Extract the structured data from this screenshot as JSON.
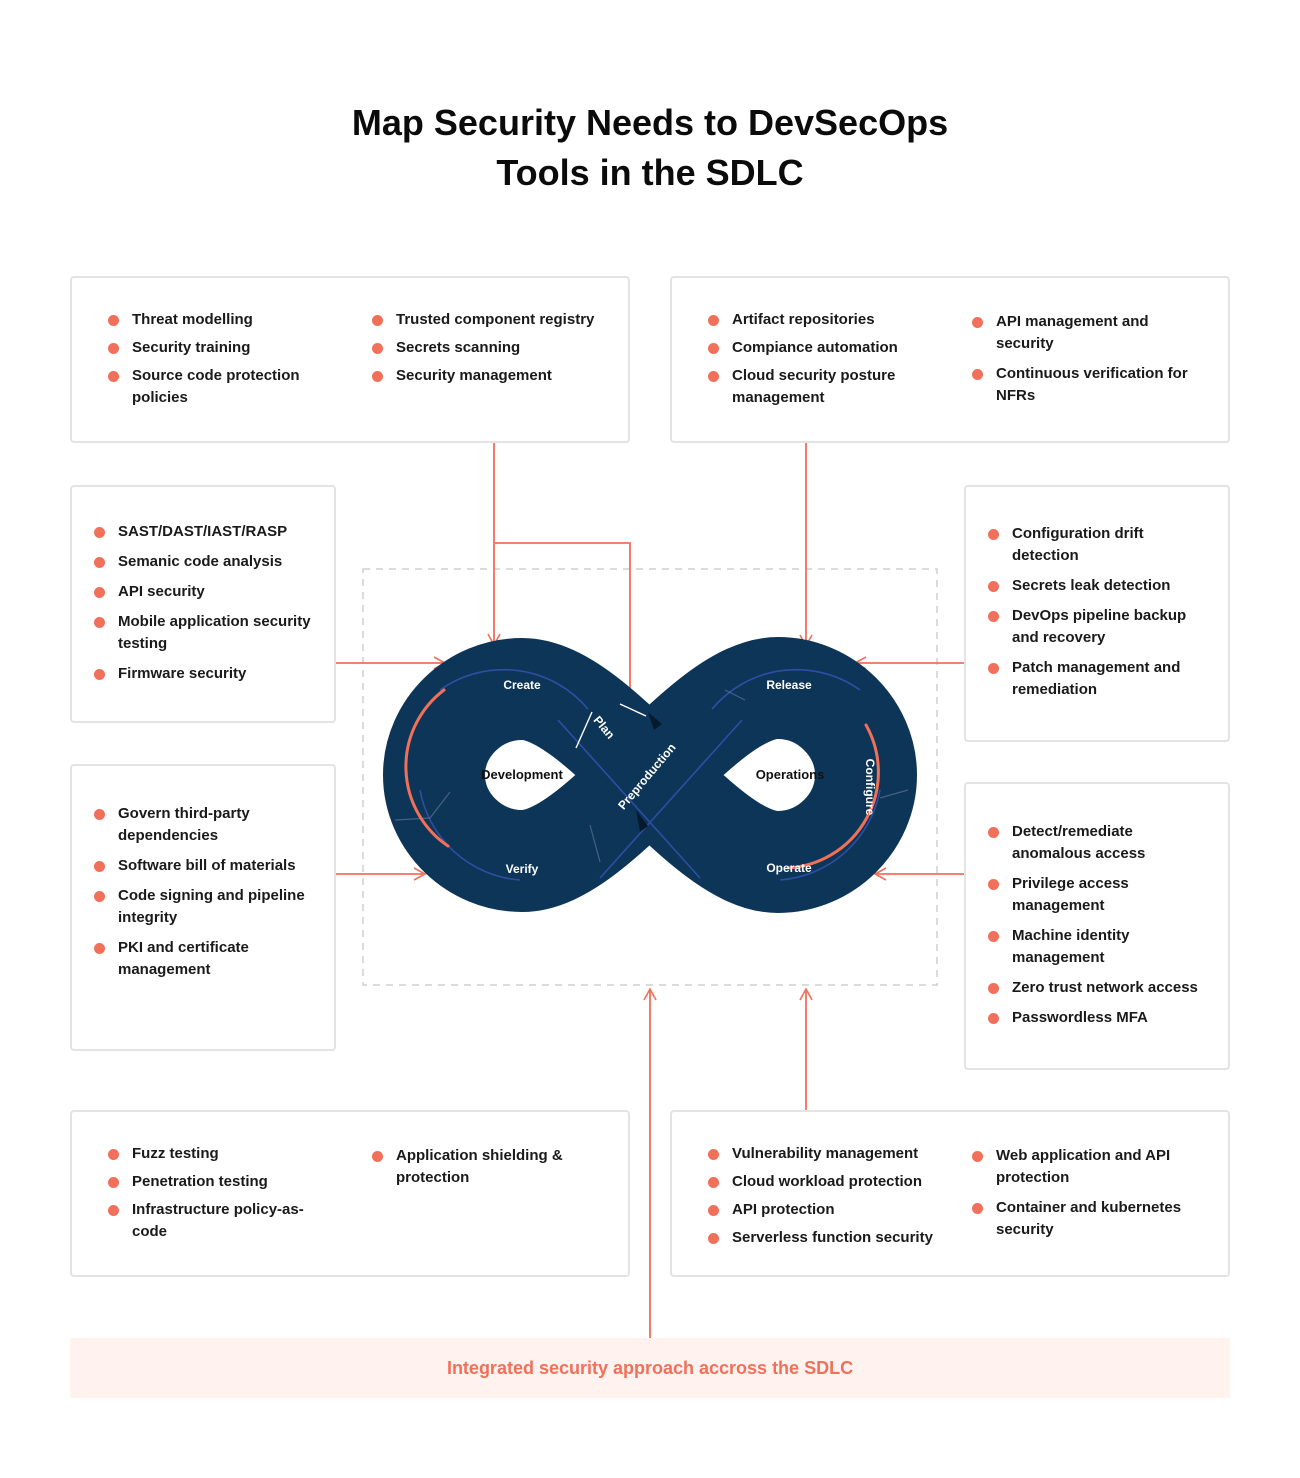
{
  "title": {
    "line1": "Map Security Needs to DevSecOps",
    "line2": "Tools in the SDLC"
  },
  "cards": {
    "top_left": {
      "col1": [
        "Threat modelling",
        "Security training",
        "Source code protection policies"
      ],
      "col2": [
        "Trusted component registry",
        "Secrets scanning",
        "Security management"
      ]
    },
    "top_right": {
      "col1": [
        "Artifact repositories",
        "Compiance automation",
        "Cloud security posture management"
      ],
      "col2": [
        "API management and security",
        "Continuous verification for NFRs"
      ]
    },
    "mid_left_1": {
      "items": [
        "SAST/DAST/IAST/RASP",
        "Semanic code analysis",
        "API security",
        "Mobile application security testing",
        "Firmware security"
      ]
    },
    "mid_left_2": {
      "items": [
        "Govern third-party dependencies",
        "Software bill of materials",
        "Code signing and pipeline integrity",
        "PKI and certificate management"
      ]
    },
    "mid_right_1": {
      "items": [
        "Configuration drift detection",
        "Secrets leak detection",
        "DevOps pipeline backup and recovery",
        "Patch management and remediation"
      ]
    },
    "mid_right_2": {
      "items": [
        "Detect/remediate anomalous access",
        "Privilege access management",
        "Machine identity management",
        "Zero trust network access",
        "Passwordless MFA"
      ]
    },
    "bottom_left": {
      "col1": [
        "Fuzz testing",
        "Penetration testing",
        "Infrastructure policy-as-code"
      ],
      "col2": [
        "Application shielding & protection"
      ]
    },
    "bottom_right": {
      "col1": [
        "Vulnerability management",
        "Cloud workload protection",
        "API protection",
        "Serverless function security"
      ],
      "col2": [
        "Web application and API protection",
        "Container and kubernetes security"
      ]
    }
  },
  "loop": {
    "create": "Create",
    "plan": "Plan",
    "preproduction": "Preproduction",
    "development": "Development",
    "verify": "Verify",
    "release": "Release",
    "configure": "Configure",
    "operations": "Operations",
    "operate": "Operate"
  },
  "banner": "Integrated security approach accross the SDLC",
  "colors": {
    "accent": "#f0705a",
    "loop": "#0d3558",
    "loop_line": "#2d4fa3",
    "border": "#e3e3e3",
    "banner_bg": "#fff2ef"
  }
}
